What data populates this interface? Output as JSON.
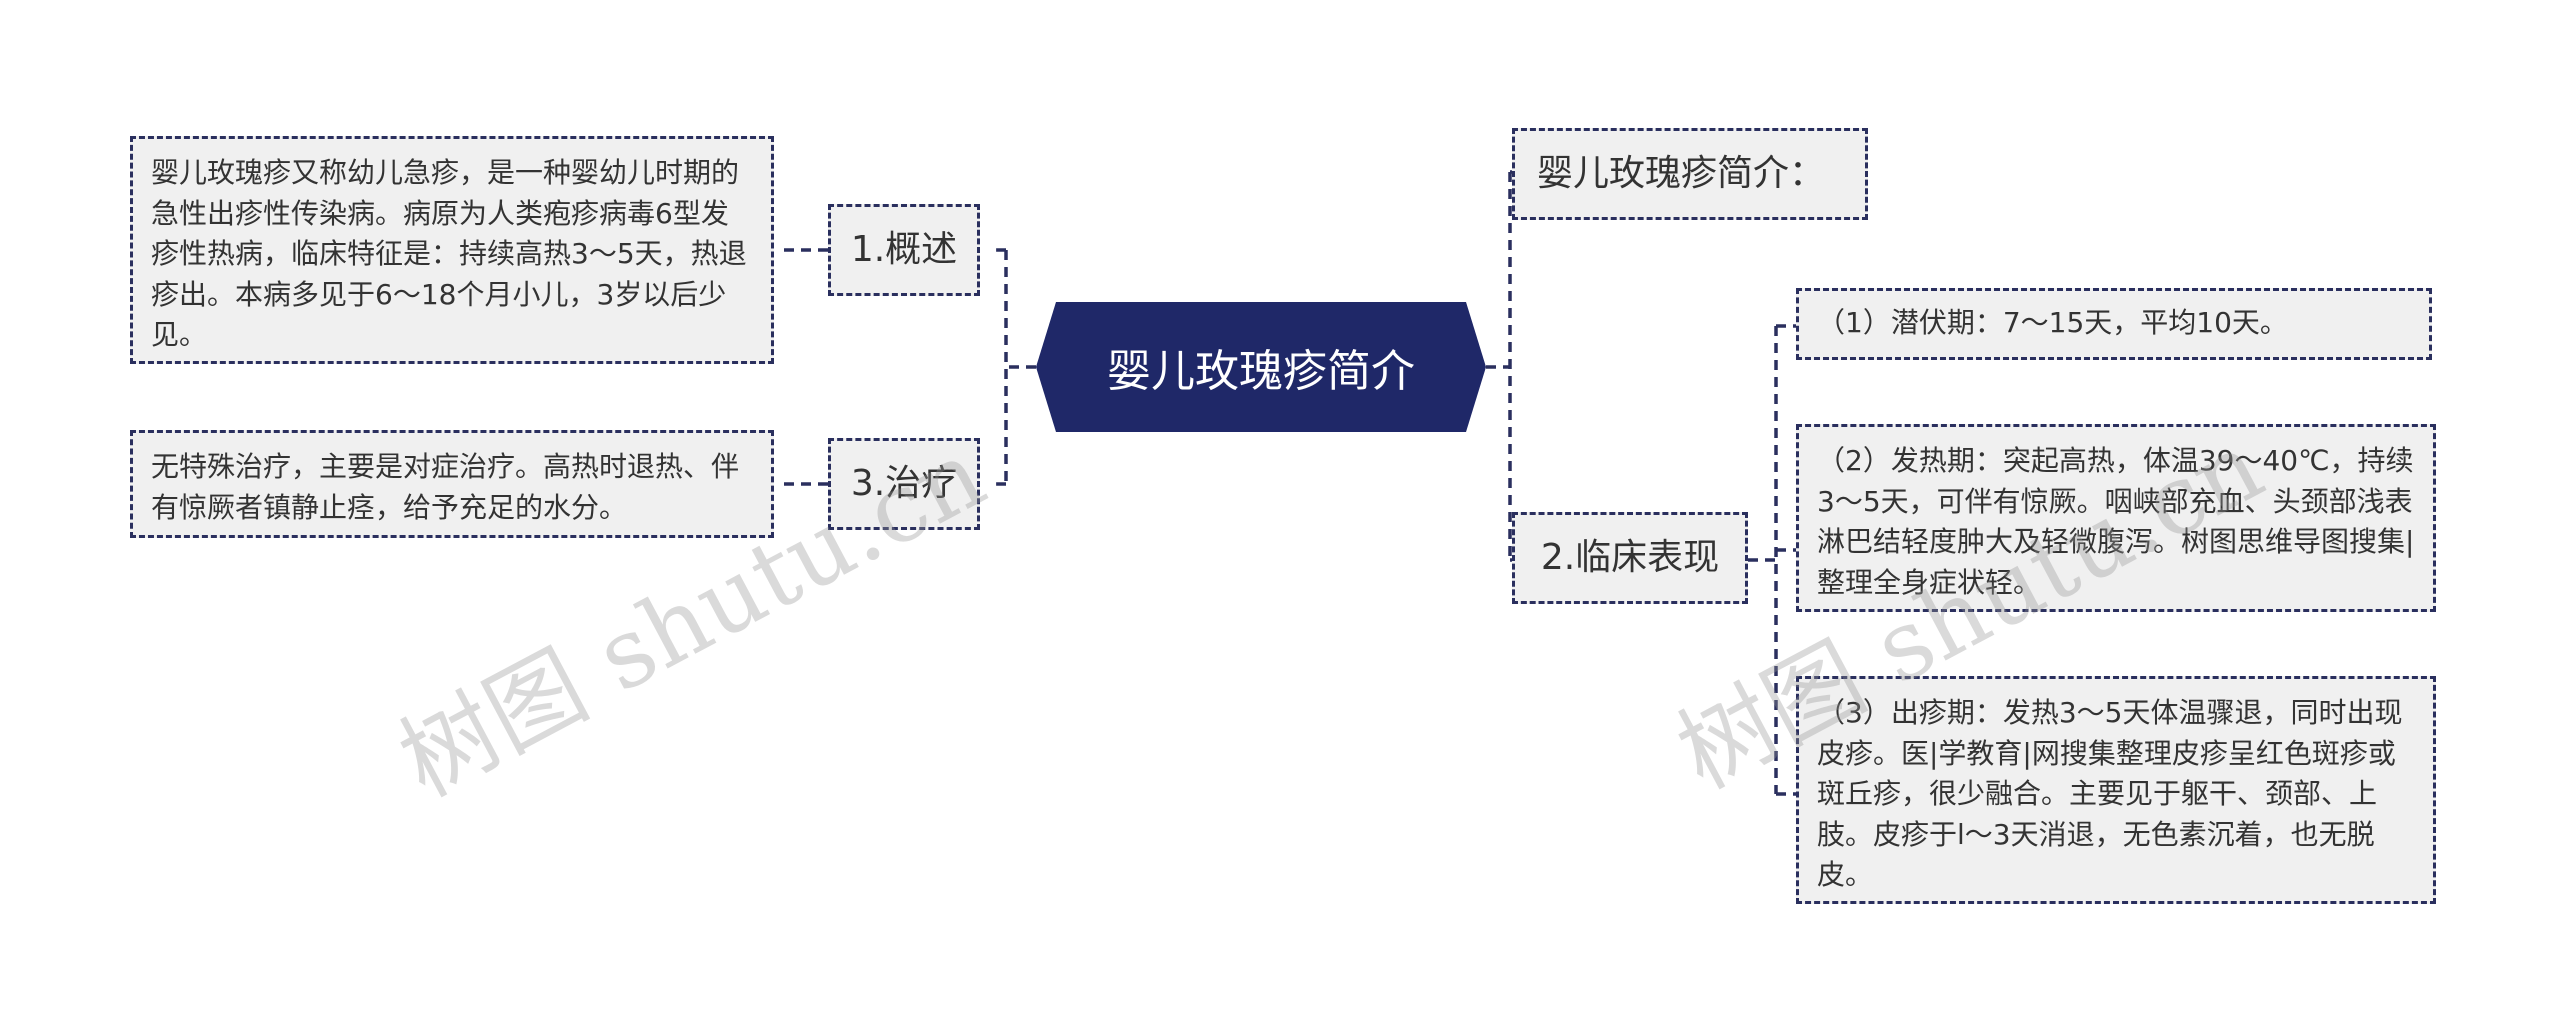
{
  "root": {
    "title": "婴儿玫瑰疹简介"
  },
  "branches": {
    "overview": {
      "label": "1.概述",
      "text": "婴儿玫瑰疹又称幼儿急疹，是一种婴幼儿时期的急性出疹性传染病。病原为人类疱疹病毒6型发疹性热病，临床特征是：持续高热3～5天，热退疹出。本病多见于6～18个月小儿，3岁以后少见。"
    },
    "treatment": {
      "label": "3.治疗",
      "text": "无特殊治疗，主要是对症治疗。高热时退热、伴有惊厥者镇静止痉，给予充足的水分。"
    },
    "intro": {
      "label": "婴儿玫瑰疹简介："
    },
    "clinical": {
      "label": "2.临床表现",
      "items": [
        "（1）潜伏期：7～15天，平均10天。",
        "（2）发热期：突起高热，体温39～40℃，持续3～5天，可伴有惊厥。咽峡部充血、头颈部浅表淋巴结轻度肿大及轻微腹泻。树图思维导图搜集|整理全身症状轻。",
        "（3）出疹期：发热3～5天体温骤退，同时出现皮疹。医|学教育|网搜集整理皮疹呈红色斑疹或斑丘疹，很少融合。主要见于躯干、颈部、上肢。皮疹于l～3天消退，无色素沉着，也无脱皮。"
      ]
    }
  },
  "watermarks": [
    "树图 shutu.cn",
    "树图 shutu.cn"
  ],
  "colors": {
    "root_fill": "#1f2868",
    "border": "#2a2f5e",
    "node_fill": "#f0f0f0",
    "text": "#333333"
  }
}
